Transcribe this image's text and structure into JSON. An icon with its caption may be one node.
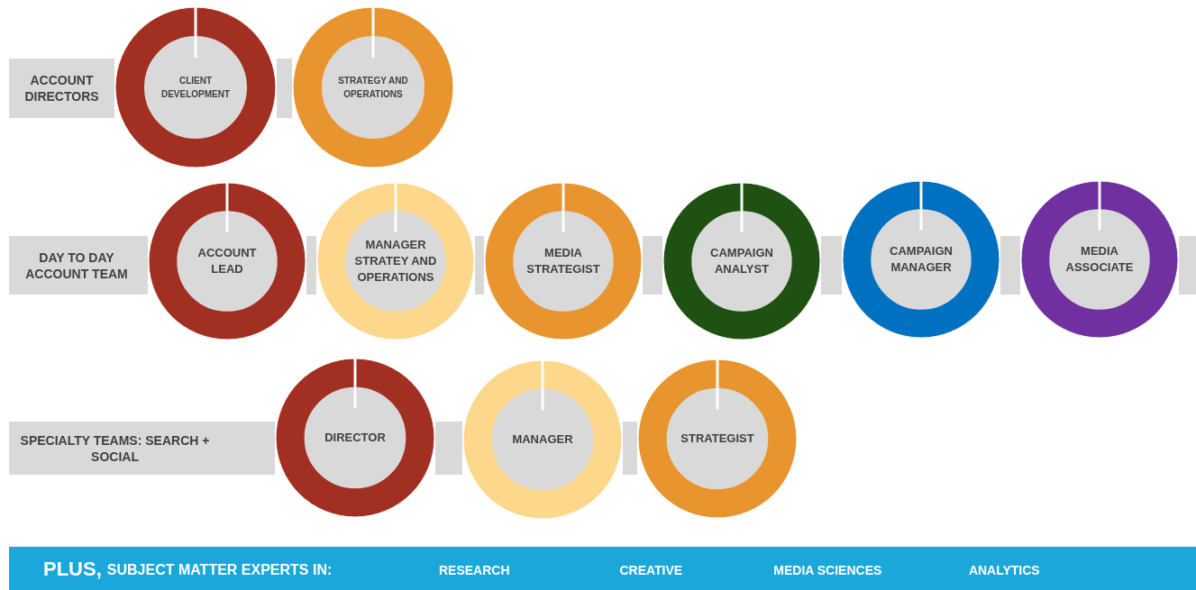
{
  "diagram": {
    "nodes": [
      {
        "text": [
          "ACCOUNT DIRECTORS"
        ]
      },
      {
        "text": [
          "CLIENT DEVELOPMENT"
        ]
      },
      {
        "text": [
          "STRATEGY AND OPERATIONS"
        ]
      },
      {
        "text": [
          "DAY TO DAY ACCOUNT TEAM"
        ]
      },
      {
        "text": [
          "ACCOUNT LEAD"
        ]
      },
      {
        "text": [
          "MANAGER STRATEY AND OPERATIONS"
        ]
      },
      {
        "text": [
          "MEDIA STRATEGIST"
        ]
      },
      {
        "text": [
          "CAMPAIGN ANALYST"
        ]
      },
      {
        "text": [
          "CAMPAIGN MANAGER"
        ]
      },
      {
        "text": [
          "MEDIA ASSOCIATE"
        ]
      },
      {
        "text": [
          "SPECIALTY TEAMS: SEARCH + SOCIAL"
        ]
      },
      {
        "text": [
          "DIRECTOR"
        ]
      },
      {
        "text": [
          "MANAGER"
        ]
      },
      {
        "text": [
          "STRATEGIST"
        ]
      },
      {
        "text": [
          "PLUS,",
          "SUBJECT MATTER EXPERTS IN:",
          "RESEARCH",
          "CREATIVE",
          "MEDIA SCIENCES",
          "ANALYTICS"
        ]
      }
    ]
  }
}
